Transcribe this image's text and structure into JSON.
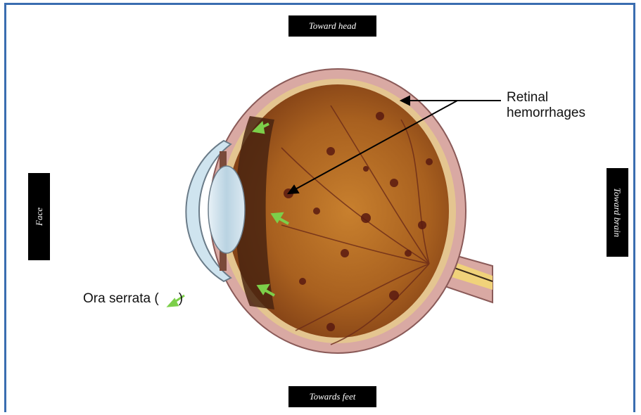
{
  "orientation": {
    "top": "Toward head",
    "left": "Face",
    "right": "Toward brain",
    "bottom": "Towards feet"
  },
  "labels": {
    "retinal_line1": "Retinal",
    "retinal_line2": "hemorrhages",
    "ora_serrata_prefix": "Ora serrata (",
    "ora_serrata_suffix": ")"
  },
  "colors": {
    "frame": "#3a6db0",
    "arrow_green": "#7ccf4a",
    "retina": "#a65a1e",
    "sclera": "#d9a9a3"
  }
}
